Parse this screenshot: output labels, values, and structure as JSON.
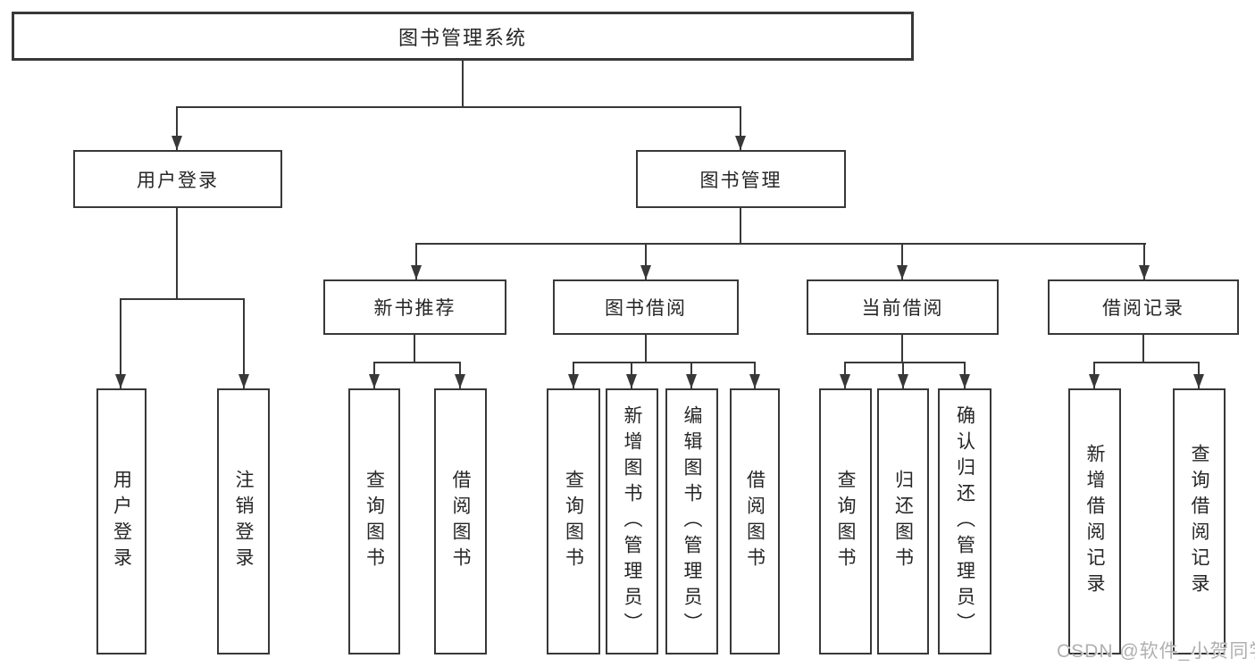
{
  "diagram": {
    "root_label": "图书管理系统",
    "user_login": {
      "label": "用户登录",
      "children": [
        "用户登录",
        "注销登录"
      ]
    },
    "book_management": {
      "label": "图书管理",
      "new_book_recommend": {
        "label": "新书推荐",
        "children": [
          "查询图书",
          "借阅图书"
        ]
      },
      "book_borrowing": {
        "label": "图书借阅",
        "children": [
          "查询图书",
          "新增图书（管理员）",
          "编辑图书（管理员）",
          "借阅图书"
        ]
      },
      "current_borrowing": {
        "label": "当前借阅",
        "children": [
          "查询图书",
          "归还图书",
          "确认归还（管理员）"
        ]
      },
      "borrowing_records": {
        "label": "借阅记录",
        "children": [
          "新增借阅记录",
          "查询借阅记录"
        ]
      }
    },
    "watermark": "CSDN @软件_小贺同学"
  },
  "colors": {
    "line": "#383838",
    "text": "#262626",
    "watermark": "#b0b0b0",
    "background": "#ffffff"
  }
}
